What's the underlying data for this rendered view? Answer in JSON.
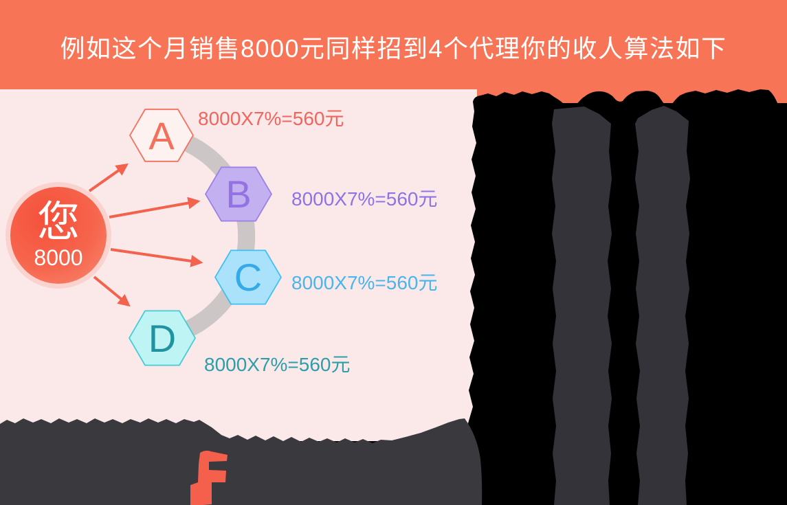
{
  "banner": {
    "title": "例如这个月销售8000元同样招到4个代理你的收人算法如下"
  },
  "diagram": {
    "root": {
      "label": "您",
      "value": "8000"
    },
    "nodes": [
      {
        "id": "A",
        "label": "A",
        "formula": "8000X7%=560元"
      },
      {
        "id": "B",
        "label": "B",
        "formula": "8000X7%=560元"
      },
      {
        "id": "C",
        "label": "C",
        "formula": "8000X7%=560元"
      },
      {
        "id": "D",
        "label": "D",
        "formula": "8000X7%=560元"
      }
    ]
  },
  "colors": {
    "banner_bg": "#F87456",
    "banner_text": "#FFFFFF",
    "panel_bg": "#FBE9EA",
    "root_fill": "#F5573F",
    "node_a_accent": "#F4705C",
    "node_b_accent": "#9B7FE8",
    "node_c_accent": "#3CC0F6",
    "node_d_accent": "#44CBD6",
    "arrow": "#F3624C",
    "arc": "#CCC6C6",
    "redaction_black": "#000000",
    "redaction_gray": "#343339",
    "redaction_bottom_gray": "#3A393E",
    "accent_blob": "#F4604C"
  }
}
